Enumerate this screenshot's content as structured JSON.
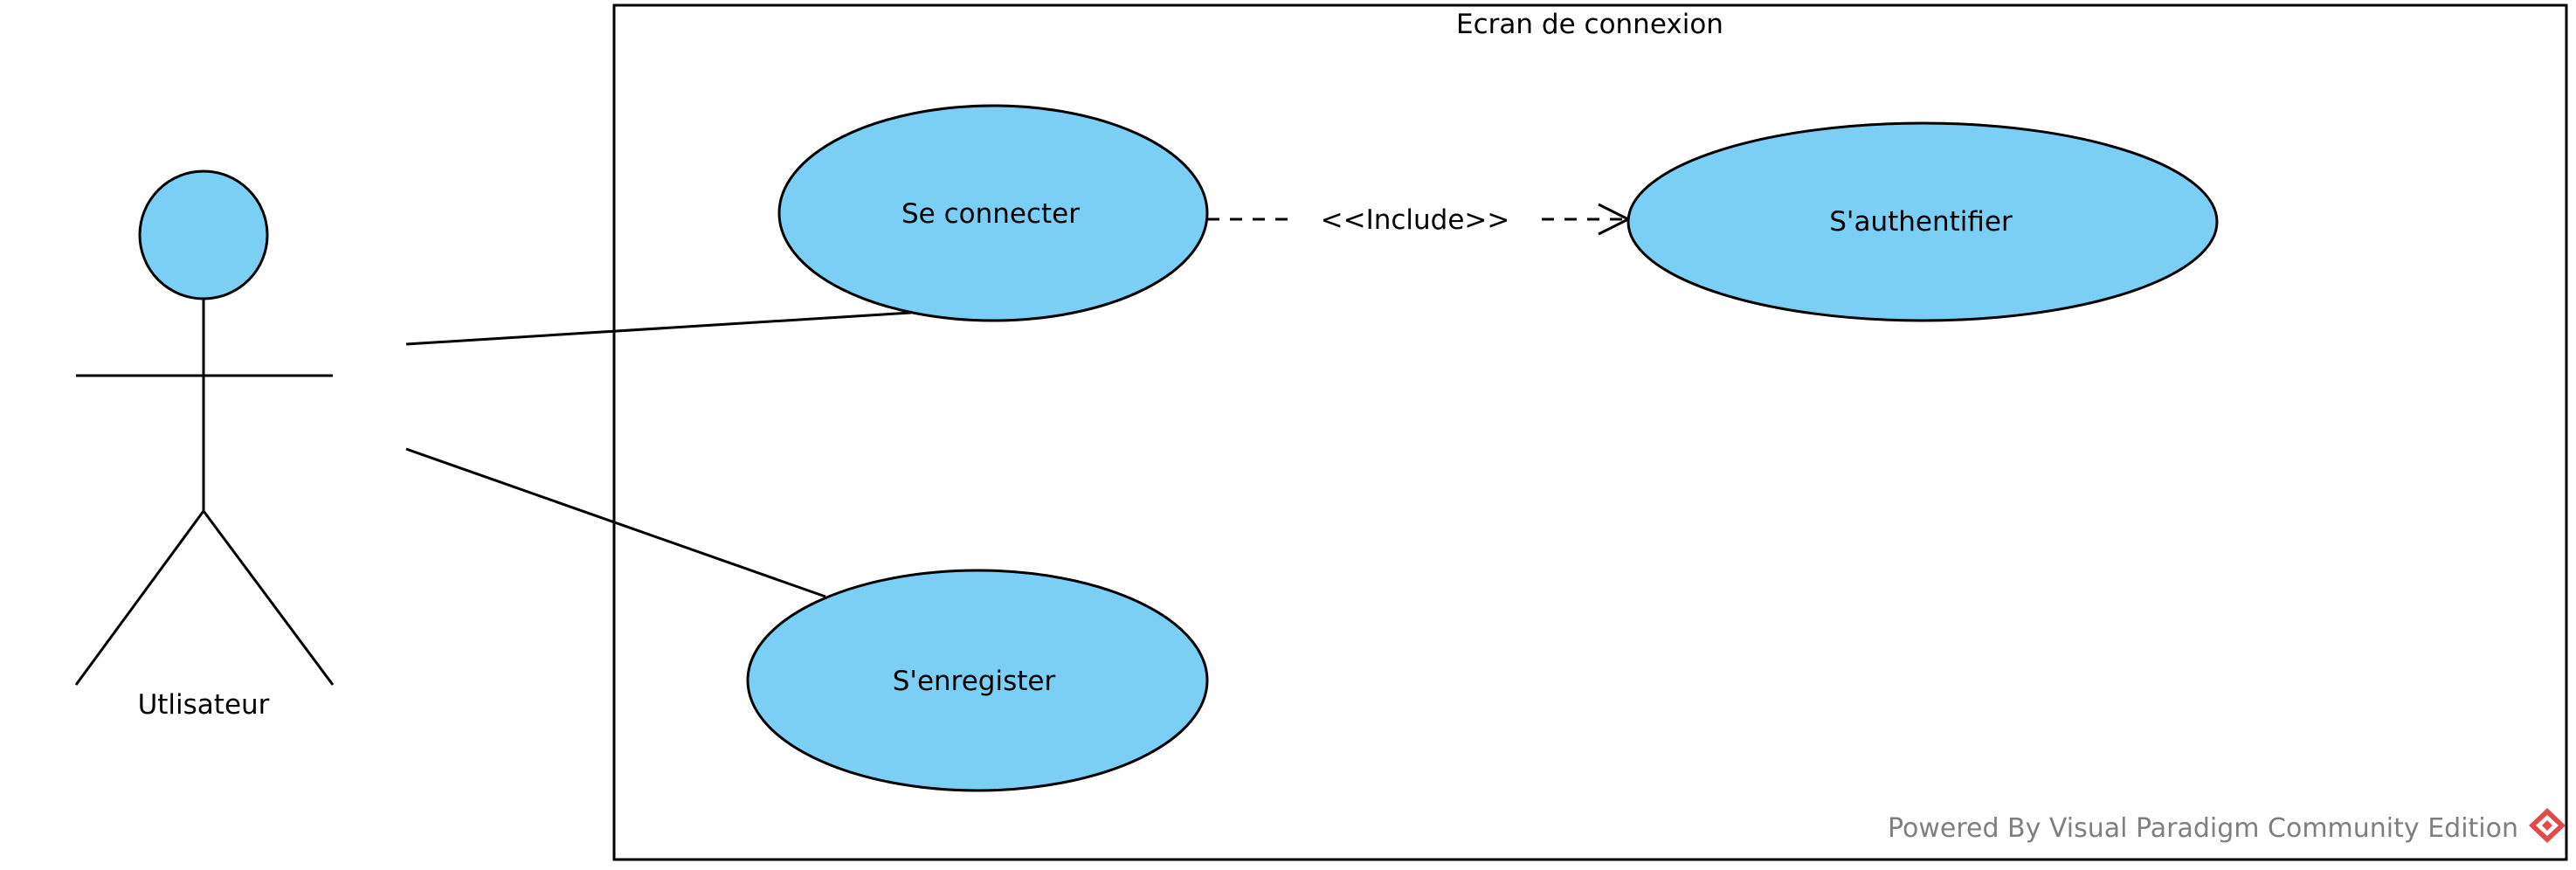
{
  "diagram": {
    "system_boundary": {
      "title": "Ecran de connexion"
    },
    "actor": {
      "name": "Utlisateur"
    },
    "use_cases": {
      "se_connecter": "Se connecter",
      "s_authentifier": "S'authentifier",
      "s_enregister": "S'enregister"
    },
    "relationship": {
      "include_label": "<<Include>>"
    },
    "colors": {
      "use_case_fill": "#7bcff4",
      "actor_head_fill": "#7bcff4",
      "stroke": "#000000",
      "watermark_text": "#7f7f7f",
      "watermark_logo": "#e04a4a"
    }
  },
  "watermark": {
    "text": "Powered By Visual Paradigm Community Edition"
  }
}
